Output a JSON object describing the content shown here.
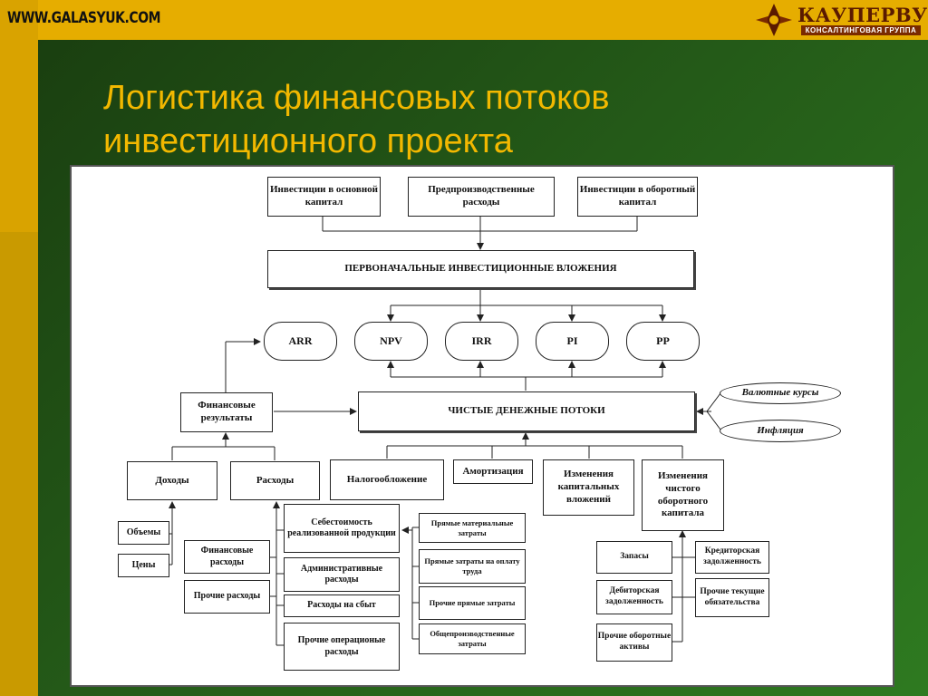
{
  "header": {
    "site": "WWW.GALASYUK.COM",
    "logo_name": "КАУПЕРВУД",
    "logo_sub": "КОНСАЛТИНГОВАЯ ГРУППА"
  },
  "title": {
    "line1": "Логистика финансовых потоков",
    "line2": "инвестиционного проекта"
  },
  "colors": {
    "accent": "#f2b800",
    "band": "#e6ad00",
    "background": "#245a18"
  },
  "diagram": {
    "top": {
      "fixed_capital": "Инвестиции в основной капитал",
      "preproduction": "Предпроизводственные расходы",
      "working_capital": "Инвестиции в оборотный капитал"
    },
    "initial": "ПЕРВОНАЧАЛЬНЫЕ ИНВЕСТИЦИОННЫЕ ВЛОЖЕНИЯ",
    "metrics": [
      "ARR",
      "NPV",
      "IRR",
      "PI",
      "PP"
    ],
    "fin_results": "Финансовые результаты",
    "net_cash": "ЧИСТЫЕ ДЕНЕЖНЫЕ ПОТОКИ",
    "ext": {
      "currency": "Валютные курсы",
      "inflation": "Инфляция"
    },
    "income": "Доходы",
    "expenses": "Расходы",
    "taxation": "Налогообложение",
    "depreciation": "Амортизация",
    "capex": "Изменения капитальных вложений",
    "nwc": "Изменения чистого оборотного капитала",
    "volumes": "Объемы",
    "prices": "Цены",
    "fin_expenses": "Финансовые расходы",
    "other_expenses": "Прочие расходы",
    "cogs": "Себестоимость реализованной продукции",
    "admin": "Административные расходы",
    "sales_exp": "Расходы на сбыт",
    "other_op": "Прочие операционые расходы",
    "direct_material": "Прямые материальные затраты",
    "direct_labor": "Прямые затраты на оплату труда",
    "other_direct": "Прочие прямые затраты",
    "overhead": "Общепроизводственные затраты",
    "inventory": "Запасы",
    "receivables": "Дебиторская задолженность",
    "other_current": "Прочие оборотные активы",
    "payables": "Кредиторская задолженность",
    "other_liab": "Прочие текущие обязательства"
  }
}
